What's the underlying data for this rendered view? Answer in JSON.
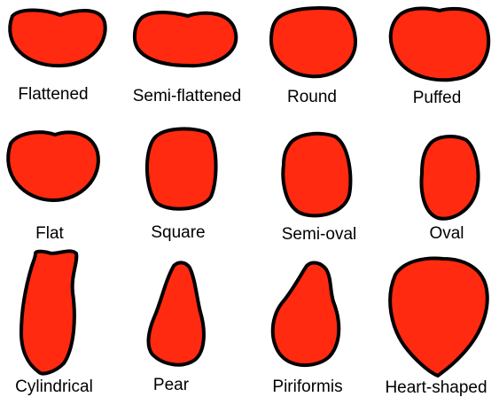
{
  "colors": {
    "fill": "#ff2a0f",
    "outline": "#000000",
    "background": "#ffffff"
  },
  "shapes": [
    {
      "key": "flattened",
      "label": "Flattened"
    },
    {
      "key": "semi-flattened",
      "label": "Semi-flattened"
    },
    {
      "key": "round",
      "label": "Round"
    },
    {
      "key": "puffed",
      "label": "Puffed"
    },
    {
      "key": "flat",
      "label": "Flat"
    },
    {
      "key": "square",
      "label": "Square"
    },
    {
      "key": "semi-oval",
      "label": "Semi-oval"
    },
    {
      "key": "oval",
      "label": "Oval"
    },
    {
      "key": "cylindrical",
      "label": "Cylindrical"
    },
    {
      "key": "pear",
      "label": "Pear"
    },
    {
      "key": "piriformis",
      "label": "Piriformis"
    },
    {
      "key": "heart-shaped",
      "label": "Heart-shaped"
    }
  ]
}
